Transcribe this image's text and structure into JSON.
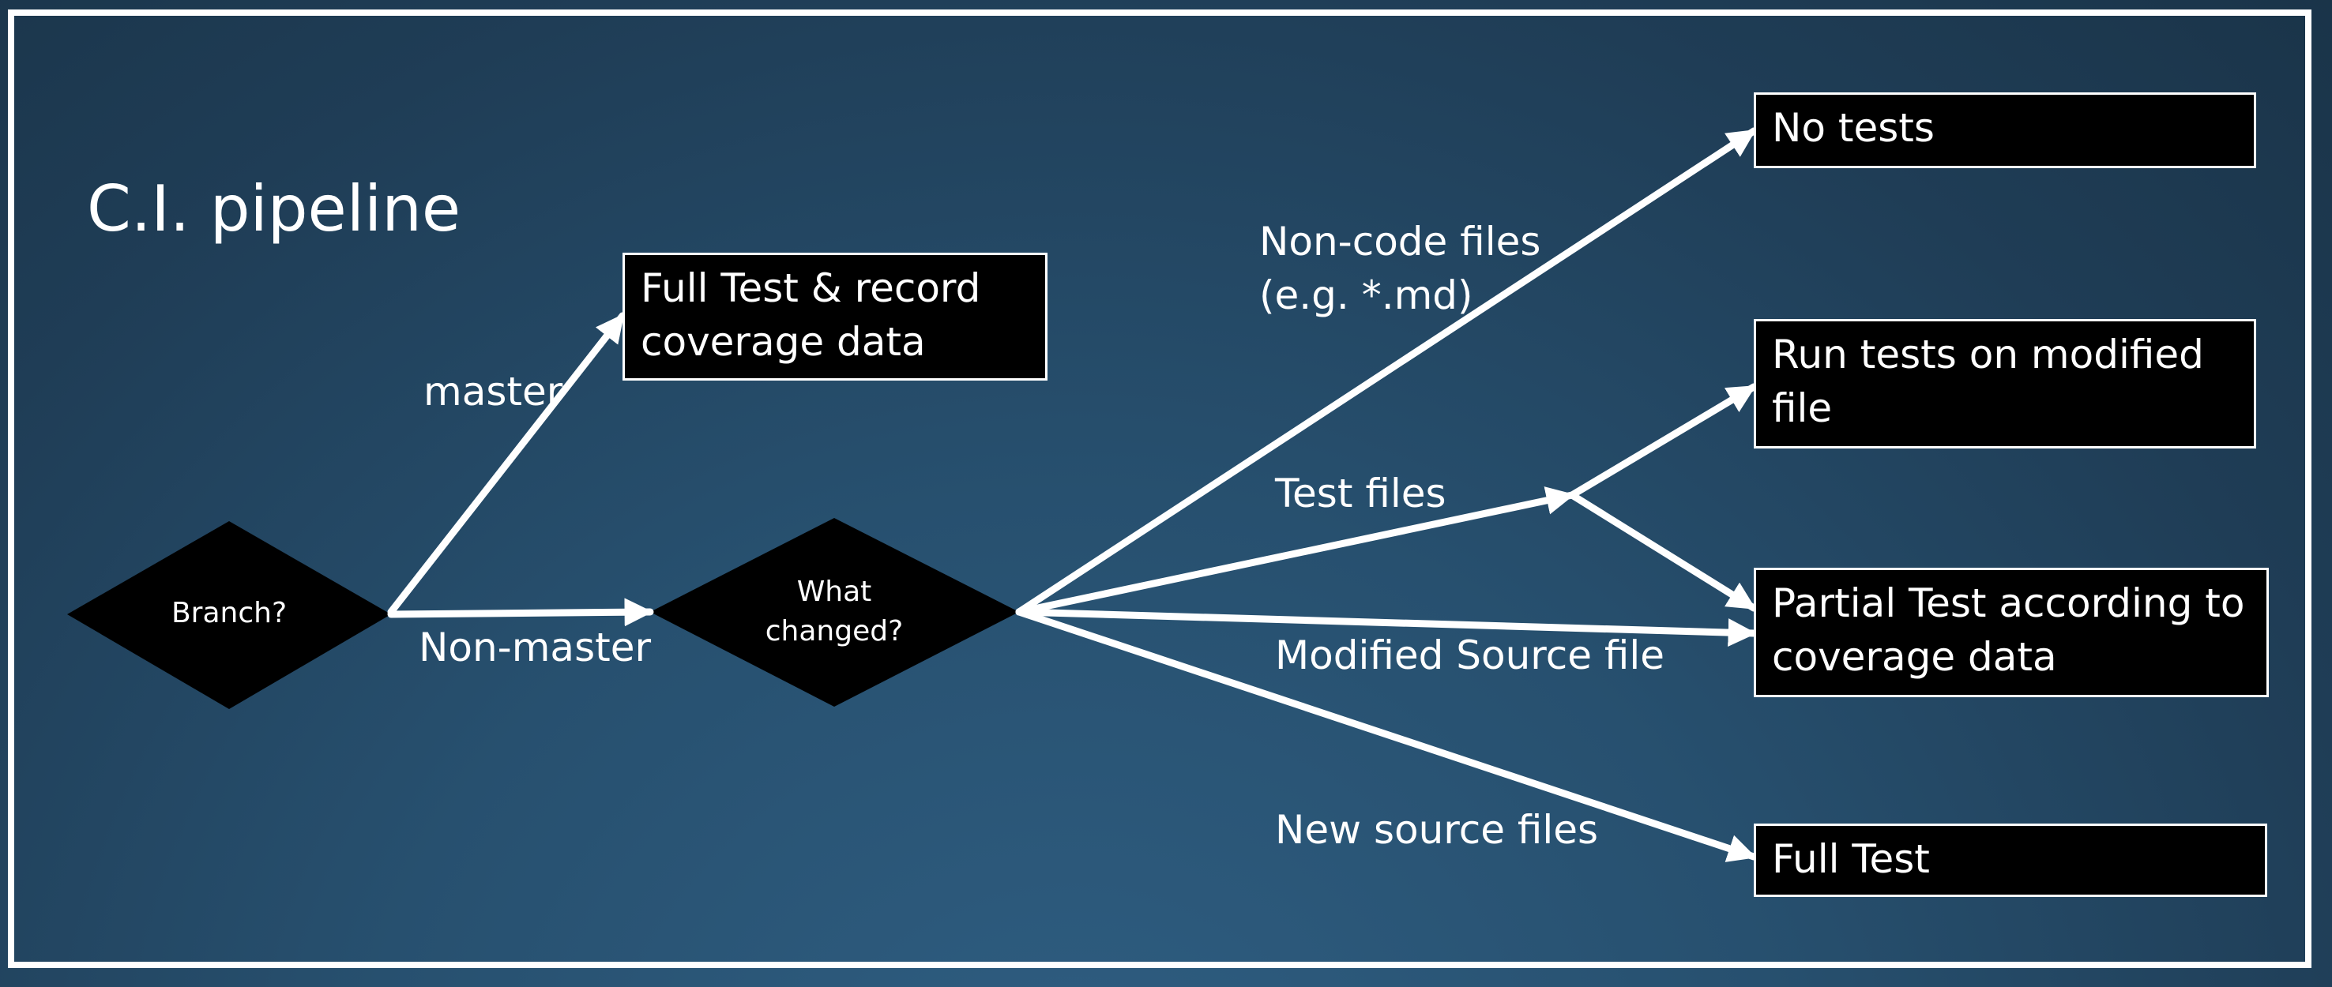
{
  "title": "C.I. pipeline",
  "decisions": {
    "branch": "Branch?",
    "what_changed_line1": "What",
    "what_changed_line2": "changed?"
  },
  "edge_labels": {
    "master": "master",
    "non_master": "Non-master",
    "non_code_line1": "Non-code files",
    "non_code_line2": "(e.g. *.md)",
    "test_files": "Test files",
    "modified_source": "Modified Source file",
    "new_source": "New source files"
  },
  "outcomes": {
    "full_test_record": "Full Test & record coverage data",
    "no_tests": "No tests",
    "run_tests_modified": "Run tests on modified file",
    "partial_test": "Partial Test according to coverage data",
    "full_test": "Full Test"
  },
  "colors": {
    "background": "#234a66",
    "node_fill": "#000000",
    "stroke": "#ffffff"
  }
}
